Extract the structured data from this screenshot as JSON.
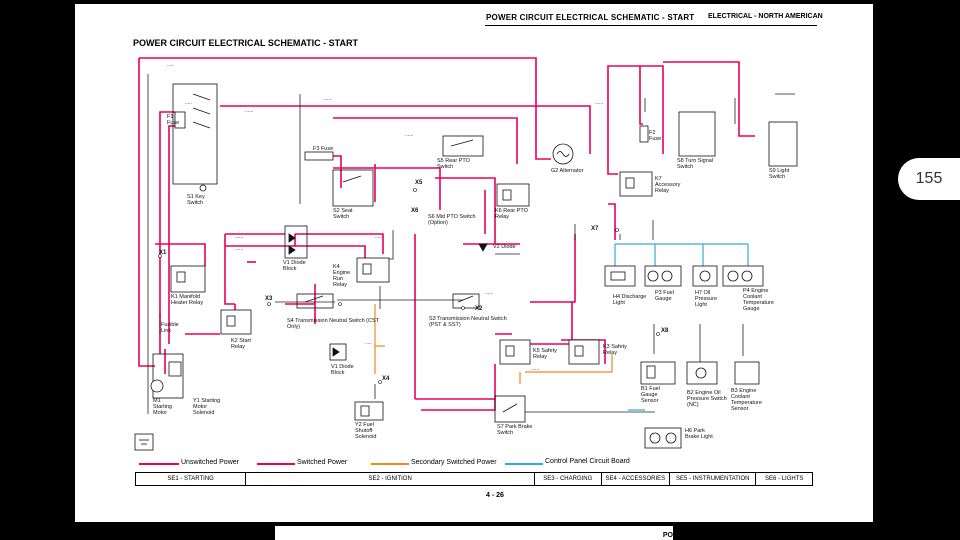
{
  "header": {
    "left": "POWER CIRCUIT ELECTRICAL SCHEMATIC - START",
    "right": "ELECTRICAL - NORTH AMERICAN"
  },
  "title": "POWER CIRCUIT ELECTRICAL SCHEMATIC - START",
  "side_badge": "155",
  "components": {
    "s1": "S1 Key Switch",
    "f1": "F1 Fuse",
    "f3": "F3 Fuse",
    "f2": "F2 Fuse",
    "s5": "S5 Rear PTO Switch",
    "s2": "S2 Seat Switch",
    "s6": "S6 Mid PTO Switch (Option)",
    "k6": "K6 Rear PTO Relay",
    "g2": "G2 Alternator",
    "s8": "S8 Turn Signal Switch",
    "k7": "K7 Accessory Relay",
    "s9": "S9 Light Switch",
    "v1": "V1 Diode Block",
    "k4": "K4 Engine Run Relay",
    "k1": "K1 Manifold Heater Relay",
    "s4": "S4 Transmission Neutral Switch (CST Only)",
    "s3": "S3 Transmission Neutral Switch (PST & SST)",
    "k2": "K2 Start Relay",
    "fusible": "Fusible Link",
    "m1": "M1 Starting Motor",
    "y1": "Y1 Starting Motor Solenoid",
    "v1b": "V1 Diode Block",
    "y2": "Y2 Fuel Shutoff Solenoid",
    "v2": "V2 Diode",
    "k5": "K5 Safety Relay",
    "k3": "K3 Safety Relay",
    "s7": "S7 Park Brake Switch",
    "h4": "H4 Discharge Light",
    "p3": "P3 Fuel Gauge",
    "h7": "H7 Oil Pressure Light",
    "p4": "P4 Engine Coolant Temperature Gauge",
    "b1": "B1 Fuel Gauge Sensor",
    "b2": "B2 Engine Oil Pressure Switch (NC)",
    "b3": "B3 Engine Coolant Temperature Sensor",
    "h6": "H6 Park Brake Light"
  },
  "connectors": [
    "X1",
    "X2",
    "X3",
    "X4",
    "X5",
    "X6",
    "X7",
    "X8"
  ],
  "legend": {
    "unswitched": "Unswitched Power",
    "switched": "Switched Power",
    "secondary": "Secondary Switched Power",
    "control": "Control Panel Circuit Board"
  },
  "colors": {
    "unswitched": "#e8005a",
    "switched": "#e8005a",
    "secondary": "#f08a24",
    "control": "#3aa6dd",
    "wire": "#222222"
  },
  "sections": [
    "SE1 - STARTING",
    "SE2 - IGNITION",
    "SE3 - CHARGING",
    "SE4 - ACCESSORIES",
    "SE5 - INSTRUMENTATION",
    "SE6 - LIGHTS"
  ],
  "page_number": "4 - 26",
  "next_page_text": "PO"
}
